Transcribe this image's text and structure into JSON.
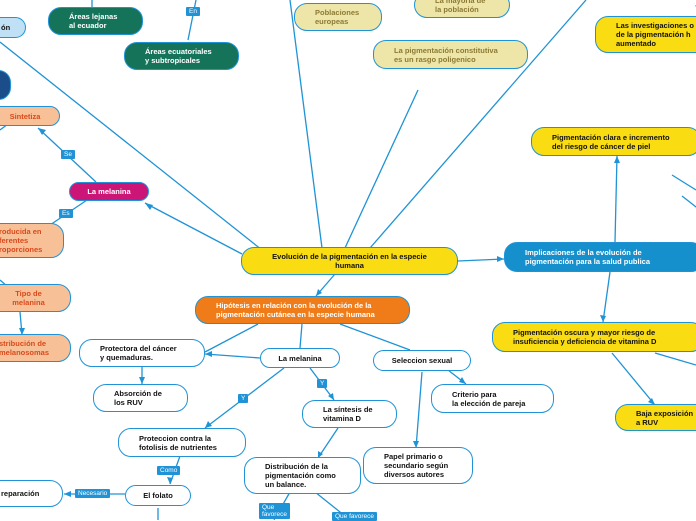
{
  "nodes": {
    "root": "Evolución de la pigmentación en la especie\nhumana",
    "hypothesis": "Hipótesis en relación con la evolución de la\npigmentación cutánea en la especie humana",
    "implications": "Implicaciones de la evolución de\npigmentación para la salud publica",
    "melanin_magenta": "La melanina",
    "sintetiza": "Sintetiza",
    "producida": "roducida en\nferentes\nroporciones",
    "tipo": "Tipo de\nmelanina",
    "distribucion_left": "stribución de\nmelanosomas",
    "areas_lejanas": "Áreas lejanas\nal ecuador",
    "areas_ecuatoriales": "Áreas ecuatoriales\ny subtropicales",
    "poblaciones": "Poblaciones\neuropeas",
    "mayoria": "La mayoría de\nla población",
    "constitutiva": "La pigmentación constitutiva\nes un rasgo poligenico",
    "investigaciones": "Las investigaciones o\nde la pigmentación h\naumentado",
    "clara": "Pigmentación clara e incremento\ndel riesgo de cáncer de piel",
    "oscura": "Pigmentación oscura y mayor riesgo de\ninsuficiencia y deficiencia de vitamina D",
    "baja": "Baja exposición\na RUV",
    "melanina_white": "La melanina",
    "protectora": "Protectora del cáncer\ny quemaduras.",
    "absorcion": "Absorción de\nlos RUV",
    "proteccion": "Proteccion contra la\nfotolisis de nutrientes",
    "folato": "El folato",
    "reparacion": "reparación",
    "sintesis": "La síntesis de\nvitamina D",
    "distribucion_bal": "Distribución de la\npigmentación como\nun balance.",
    "seleccion": "Seleccion sexual",
    "criterio": "Criterio para\nla elección de pareja",
    "papel": "Papel primario o\nsecundario según\ndiversos autores",
    "top_left": "ón"
  },
  "tags": {
    "en": "En",
    "se": "Se",
    "es": "Es",
    "y1": "Y",
    "y2": "Y",
    "como": "Como",
    "necesario": "Necesario",
    "que_favorece1": "Que\nfavorece",
    "que_favorece2": "Que favorece"
  }
}
